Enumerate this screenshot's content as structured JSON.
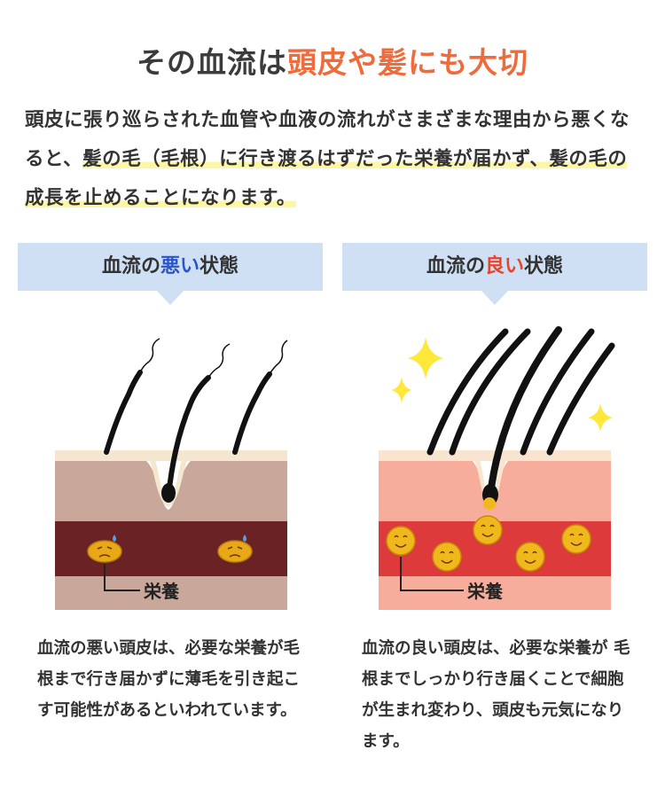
{
  "title": {
    "part1": "その血流は",
    "accent": "頭皮や髪にも大切"
  },
  "intro": {
    "part1": "頭皮に張り巡らされた血管や血液の流れがさまざまな理由から悪くなると、",
    "highlight1": "髪の毛（毛根）に行き渡るはずだった",
    "highlight2": "栄養が届かず、髪の毛の成長を止めることになります。"
  },
  "bad_panel": {
    "header_pre": "血流の",
    "header_word": "悪い",
    "header_post": "状態",
    "label": "栄養",
    "description": "血流の悪い頭皮は、必要な栄養が毛根まで行き届かずに薄毛を引き起こす可能性があるといわれています。"
  },
  "good_panel": {
    "header_pre": "血流の",
    "header_word": "良い",
    "header_post": "状態",
    "label": "栄養",
    "description": "血流の良い頭皮は、必要な栄養が 毛根までしっかり行き届くことで細胞が生まれ変わり、頭皮も元気になります。"
  },
  "colors": {
    "title_accent": "#ef6b3c",
    "header_bg": "#cfe0f5",
    "bad_word": "#2b55c9",
    "good_word": "#e5452f",
    "highlight": "#fdf6a3"
  }
}
